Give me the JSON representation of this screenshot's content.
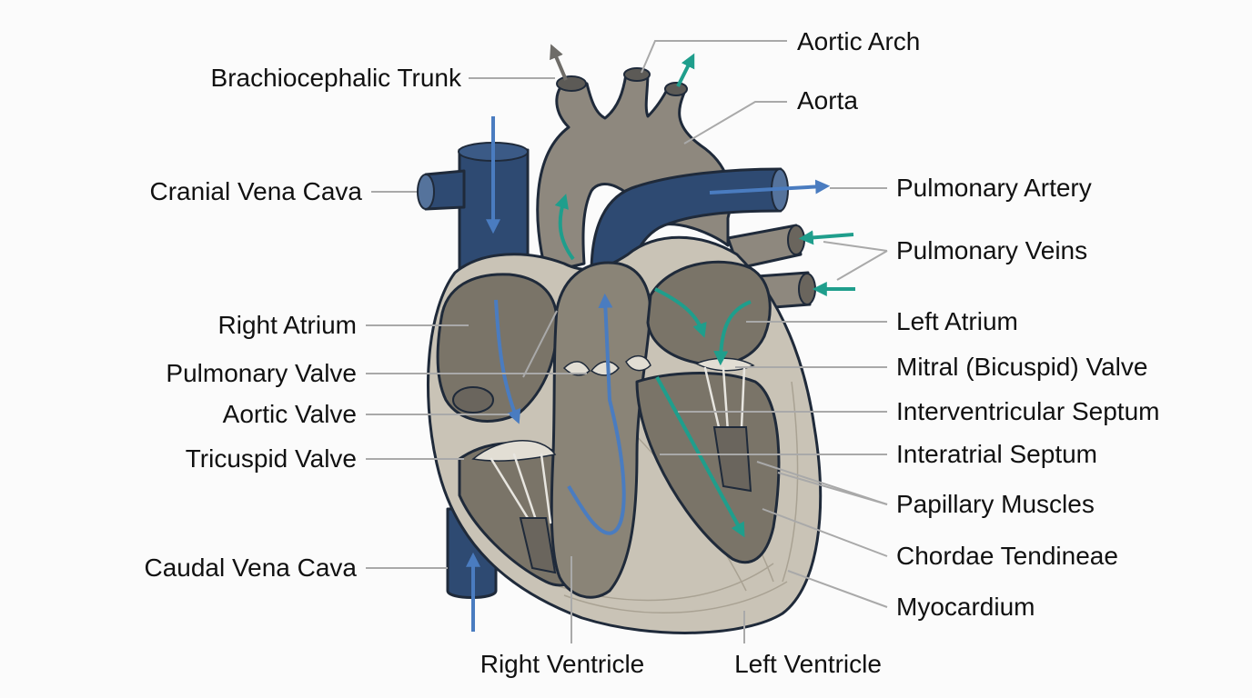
{
  "colors": {
    "background": "#fbfbfb",
    "deoxygenated_vessel": "#2e4a72",
    "artery_gray": "#8e887e",
    "myocardium": "#c9c3b6",
    "chamber": "#7a7468",
    "deoxygenated_flow": "#4a7cc0",
    "oxygenated_flow": "#1f9e8c",
    "outline": "#1f2a3a"
  },
  "labels": {
    "aortic_arch": "Aortic Arch",
    "brachiocephalic_trunk": "Brachiocephalic Trunk",
    "aorta": "Aorta",
    "cranial_vena_cava": "Cranial Vena Cava",
    "pulmonary_artery": "Pulmonary Artery",
    "pulmonary_veins": "Pulmonary Veins",
    "right_atrium": "Right Atrium",
    "left_atrium": "Left Atrium",
    "pulmonary_valve": "Pulmonary Valve",
    "mitral_valve": "Mitral (Bicuspid) Valve",
    "aortic_valve": "Aortic Valve",
    "interventricular_septum": "Interventricular Septum",
    "tricuspid_valve": "Tricuspid Valve",
    "interatrial_septum": "Interatrial Septum",
    "papillary_muscles": "Papillary Muscles",
    "caudal_vena_cava": "Caudal Vena Cava",
    "chordae_tendineae": "Chordae Tendineae",
    "myocardium": "Myocardium",
    "right_ventricle": "Right Ventricle",
    "left_ventricle": "Left Ventricle"
  },
  "flow_arrows": {
    "deoxygenated": "blood-flow-arrow-blue",
    "oxygenated": "blood-flow-arrow-teal",
    "exit": "blood-flow-arrow-gray"
  }
}
